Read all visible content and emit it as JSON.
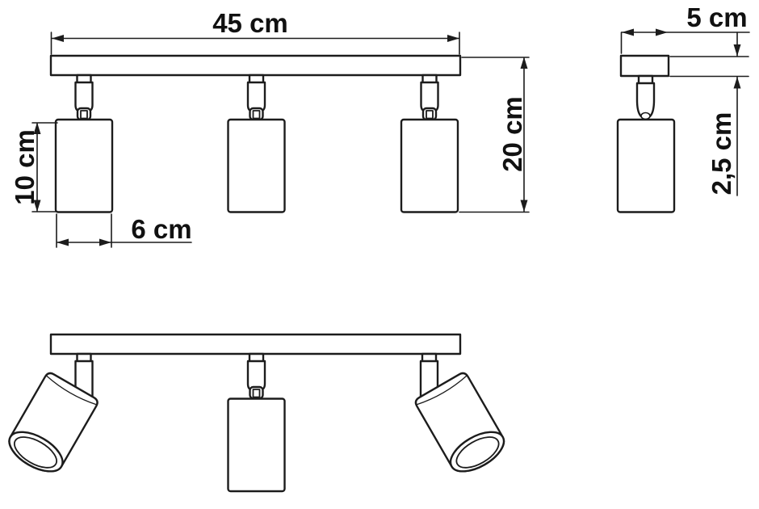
{
  "drawing": {
    "type": "technical-dimension-drawing",
    "subject": "three-spot ceiling track light",
    "colors": {
      "line": "#1c1c1c",
      "text": "#111111",
      "background": "#ffffff"
    },
    "labels": {
      "bar_length": "45 cm",
      "spot_height": "10 cm",
      "spot_diameter": "6 cm",
      "fixture_height": "20 cm",
      "base_width_side": "5 cm",
      "base_thickness": "2,5 cm"
    }
  }
}
